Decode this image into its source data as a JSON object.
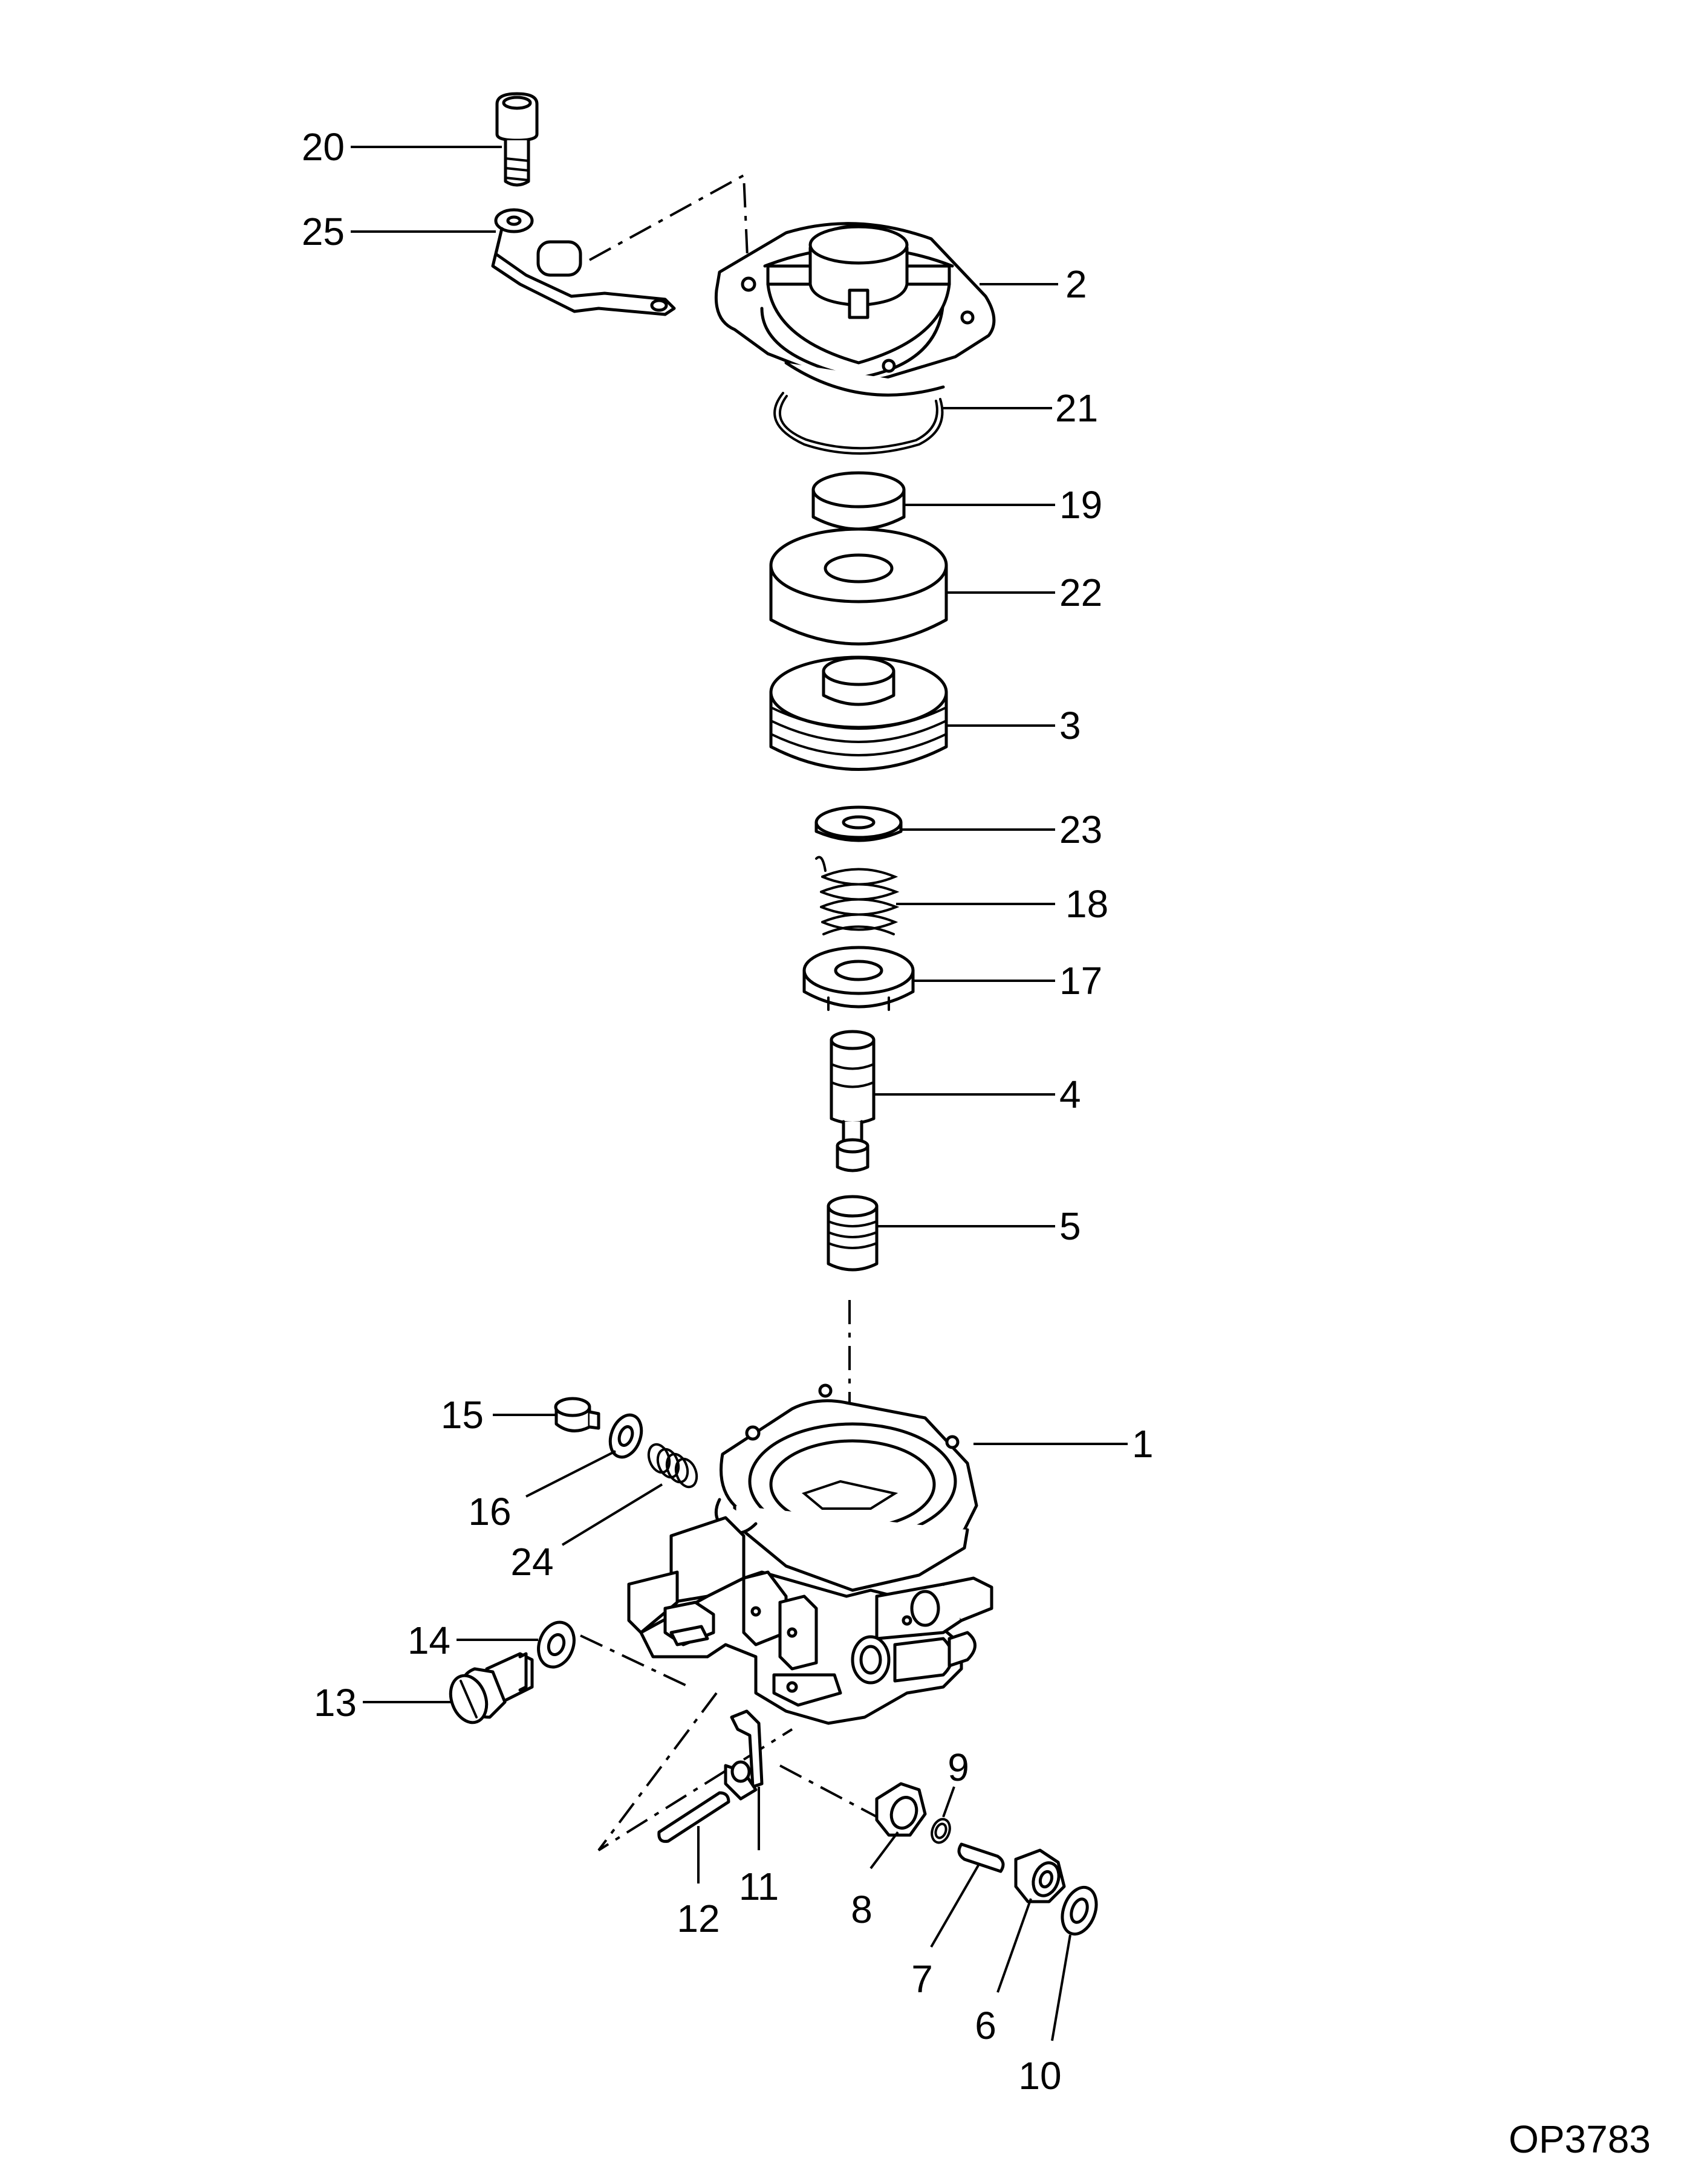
{
  "drawing_code": "OP3783",
  "callouts": [
    {
      "id": "1",
      "text": "1"
    },
    {
      "id": "2",
      "text": "2"
    },
    {
      "id": "3",
      "text": "3"
    },
    {
      "id": "4",
      "text": "4"
    },
    {
      "id": "5",
      "text": "5"
    },
    {
      "id": "6",
      "text": "6"
    },
    {
      "id": "7",
      "text": "7"
    },
    {
      "id": "8",
      "text": "8"
    },
    {
      "id": "9",
      "text": "9"
    },
    {
      "id": "10",
      "text": "10"
    },
    {
      "id": "11",
      "text": "11"
    },
    {
      "id": "12",
      "text": "12"
    },
    {
      "id": "13",
      "text": "13"
    },
    {
      "id": "14",
      "text": "14"
    },
    {
      "id": "15",
      "text": "15"
    },
    {
      "id": "16",
      "text": "16"
    },
    {
      "id": "17",
      "text": "17"
    },
    {
      "id": "18",
      "text": "18"
    },
    {
      "id": "19",
      "text": "19"
    },
    {
      "id": "20",
      "text": "20"
    },
    {
      "id": "21",
      "text": "21"
    },
    {
      "id": "22",
      "text": "22"
    },
    {
      "id": "23",
      "text": "23"
    },
    {
      "id": "24",
      "text": "24"
    },
    {
      "id": "25",
      "text": "25"
    }
  ]
}
